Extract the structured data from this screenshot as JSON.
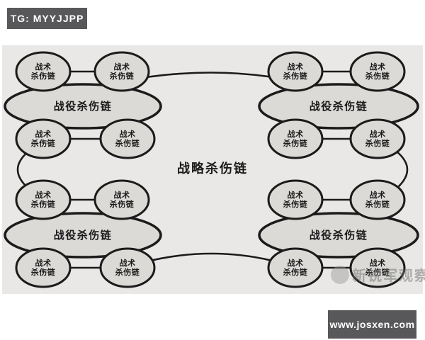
{
  "header_badge": {
    "label": "TG: MYYJJPP",
    "bg_color": "#58585a",
    "text_color": "#ffffff"
  },
  "footer_badge": {
    "label": "www.josxen.com",
    "bg_color": "#58585a",
    "text_color": "#ffffff"
  },
  "watermark": {
    "label": "新锐军观察",
    "logo": "panda-logo-icon"
  },
  "diagram": {
    "panel_bg": "#e9e8e6",
    "node_fill": "#dbdad7",
    "node_stroke": "#1b1b1b",
    "strategic_label": "战略杀伤链",
    "tactical_line1": "战术",
    "tactical_line2": "杀伤链",
    "groups": [
      {
        "position": "top-left",
        "campaign_label": "战役杀伤链",
        "tactical_count": 4
      },
      {
        "position": "top-right",
        "campaign_label": "战役杀伤链",
        "tactical_count": 4
      },
      {
        "position": "bottom-left",
        "campaign_label": "战役杀伤链",
        "tactical_count": 4
      },
      {
        "position": "bottom-right",
        "campaign_label": "战役杀伤链",
        "tactical_count": 4
      }
    ],
    "connections": [
      "top-left to top-right",
      "top-left to bottom-left",
      "top-right to bottom-right",
      "bottom-left to bottom-right"
    ]
  }
}
